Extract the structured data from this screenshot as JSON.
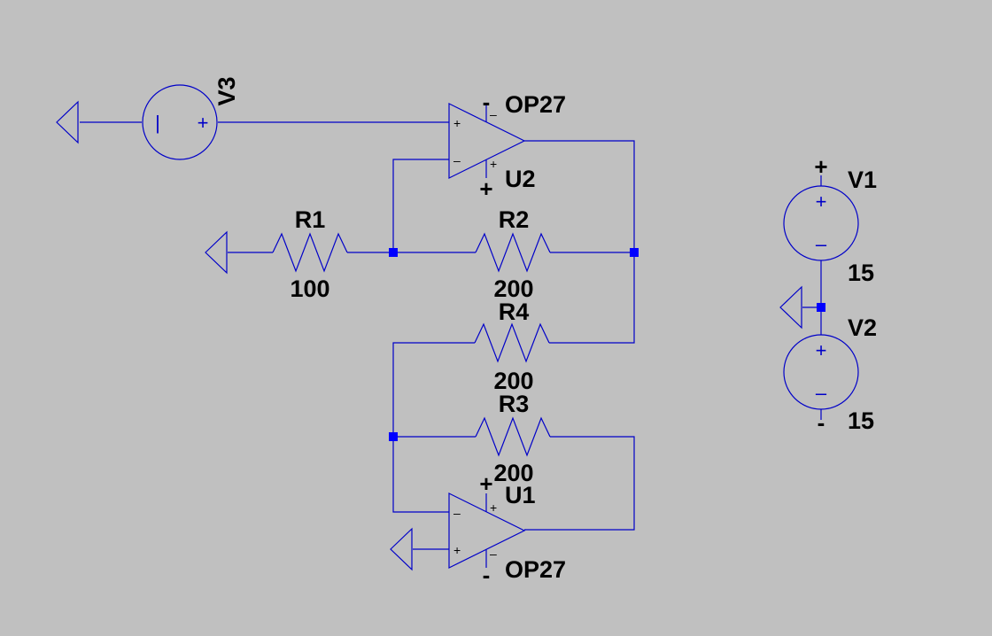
{
  "components": {
    "v3": {
      "name": "V3"
    },
    "u2": {
      "model": "OP27",
      "name": "U2"
    },
    "u1": {
      "model": "OP27",
      "name": "U1"
    },
    "r1": {
      "name": "R1",
      "value": "100"
    },
    "r2": {
      "name": "R2",
      "value": "200"
    },
    "r3": {
      "name": "R3",
      "value": "200"
    },
    "r4": {
      "name": "R4",
      "value": "200"
    },
    "v1": {
      "name": "V1",
      "value": "15"
    },
    "v2": {
      "name": "V2",
      "value": "15"
    }
  },
  "symbols": {
    "plus": "+",
    "minus": "-",
    "small_plus": "+",
    "small_minus": "–",
    "thin_minus": "|"
  },
  "colors": {
    "wire": "#0000c8",
    "junction": "#0000ff",
    "background": "#c0c0c0"
  }
}
